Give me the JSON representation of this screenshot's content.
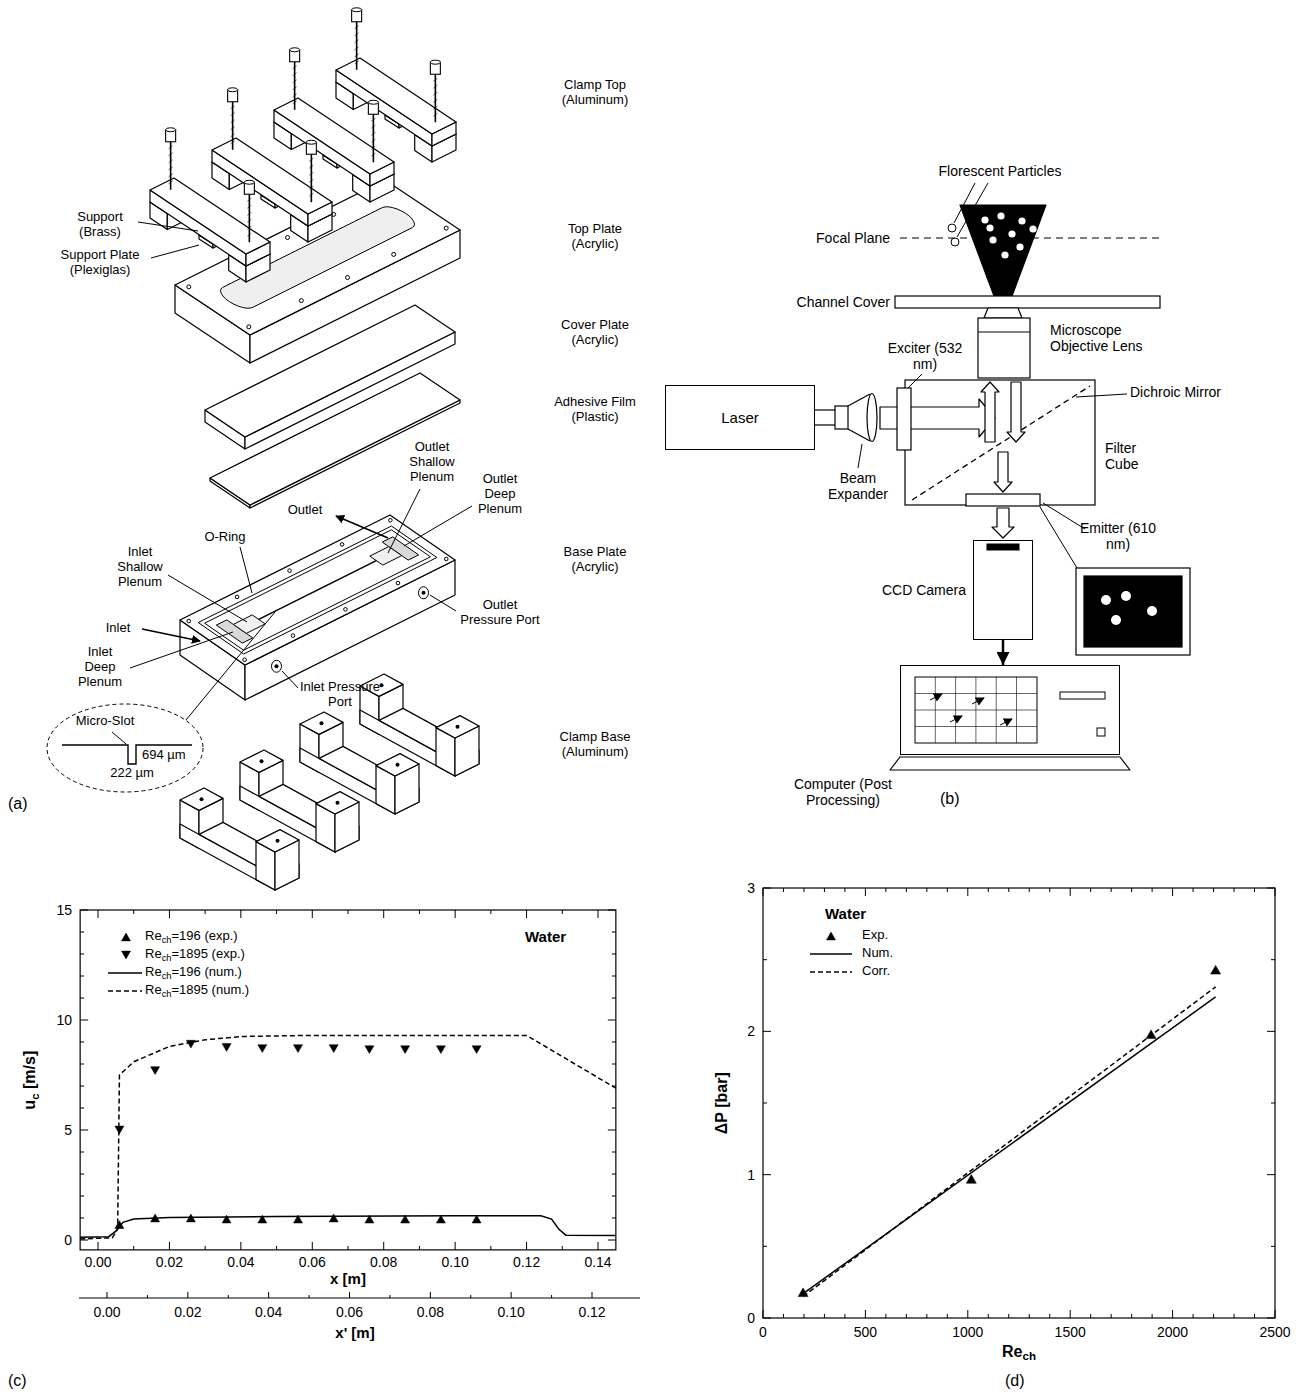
{
  "diagram": {
    "nodes": [
      {
        "text": [
          "Laser"
        ]
      },
      {
        "text": [
          "CCD Camera"
        ]
      },
      {
        "text": [
          "Computer (Post Processing)"
        ]
      }
    ],
    "edges": [
      {
        "from": 1,
        "to": 2,
        "arrow": "to"
      }
    ],
    "labels": [
      "Clamp Top (Aluminum)",
      "Support (Brass)",
      "Support Plate (Plexiglas)",
      "Top Plate (Acrylic)",
      "Cover Plate (Acrylic)",
      "Adhesive Film (Plastic)",
      "Outlet Shallow Plenum",
      "Outlet Deep Plenum",
      "Outlet",
      "O-Ring",
      "Inlet Shallow Plenum",
      "Base Plate (Acrylic)",
      "Inlet",
      "Inlet Deep Plenum",
      "Outlet Pressure Port",
      "Inlet Pressure Port",
      "Micro-Slot",
      "694 µm",
      "222 µm",
      "Clamp Base (Aluminum)",
      "(a)",
      "Florescent Particles",
      "Focal Plane",
      "Channel Cover",
      "Microscope Objective Lens",
      "Exciter (532 nm)",
      "Dichroic Mirror",
      "Filter Cube",
      "Beam Expander",
      "Emitter (610 nm)",
      "(b)",
      "Water",
      "0",
      "5",
      "10",
      "15",
      "0.00",
      "0.02",
      "0.04",
      "0.06",
      "0.08",
      "0.10",
      "0.12",
      "0.14",
      "x [m]",
      "0.00",
      "0.02",
      "0.04",
      "0.06",
      "0.08",
      "0.10",
      "0.12",
      "x' [m]",
      "uc [m/s]",
      "(c)",
      "Water",
      "0",
      "1",
      "2",
      "3",
      "0",
      "500",
      "1000",
      "1500",
      "2000",
      "2500",
      "ΔP [bar]",
      "Rech",
      "(d)"
    ],
    "legend": [
      {
        "text": "Rech=196 (exp.)"
      },
      {
        "text": "Rech=1895 (exp.)"
      },
      {
        "text": "Rech=196 (num.)"
      },
      {
        "text": "Rech=1895 (num.)"
      },
      {
        "text": "Exp."
      },
      {
        "text": "Num."
      },
      {
        "text": "Corr."
      }
    ]
  }
}
